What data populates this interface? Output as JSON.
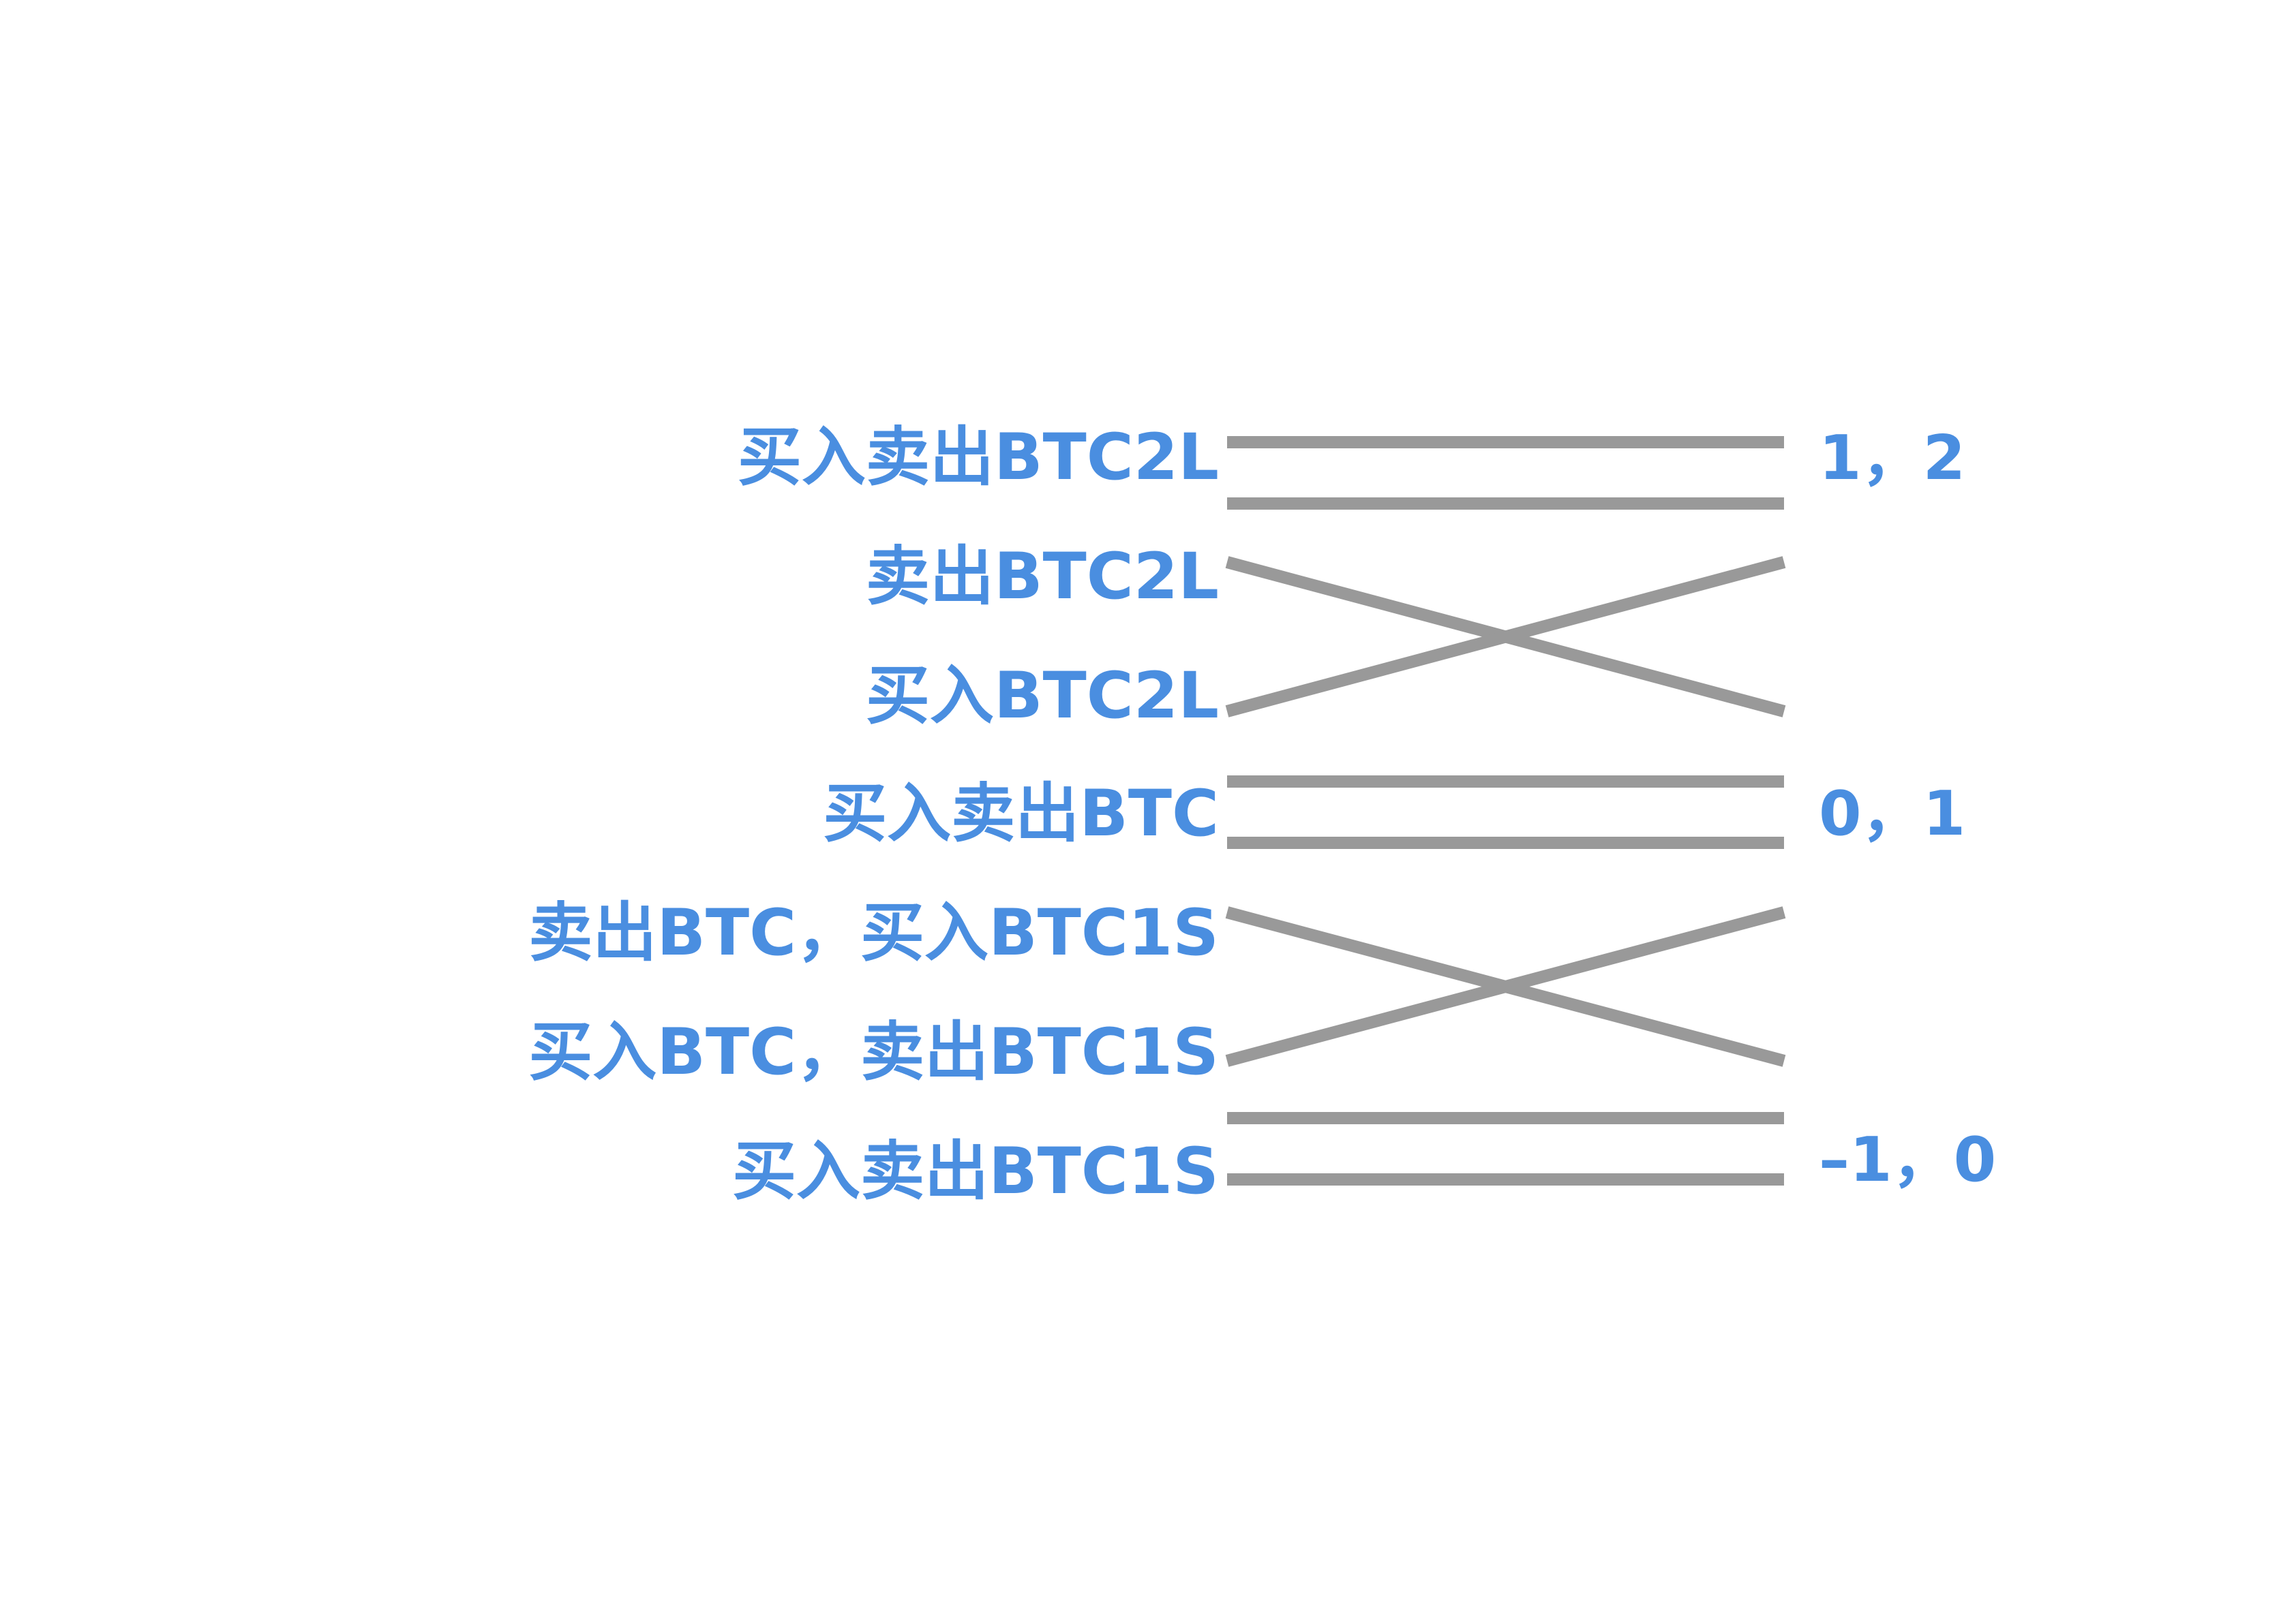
{
  "colors": {
    "label": "#4a8ee0",
    "line": "#999999",
    "background": "#ffffff"
  },
  "strategies": [
    {
      "label": "买入卖出BTC2L"
    },
    {
      "label": "卖出BTC2L"
    },
    {
      "label": "买入BTC2L"
    },
    {
      "label": "买入卖出BTC"
    },
    {
      "label": "卖出BTC，买入BTC1S"
    },
    {
      "label": "买入BTC，卖出BTC1S"
    },
    {
      "label": "买入卖出BTC1S"
    }
  ],
  "ranges": [
    {
      "label": "1，2"
    },
    {
      "label": "0，1"
    },
    {
      "label": "–1，0"
    }
  ],
  "connectors": [
    {
      "type": "parallel",
      "label": "买入卖出BTC2L"
    },
    {
      "type": "cross",
      "labels": [
        "卖出BTC2L",
        "买入BTC2L"
      ]
    },
    {
      "type": "parallel",
      "label": "买入卖出BTC"
    },
    {
      "type": "cross",
      "labels": [
        "卖出BTC，买入BTC1S",
        "买入BTC，卖出BTC1S"
      ]
    },
    {
      "type": "parallel",
      "label": "买入卖出BTC1S"
    }
  ]
}
